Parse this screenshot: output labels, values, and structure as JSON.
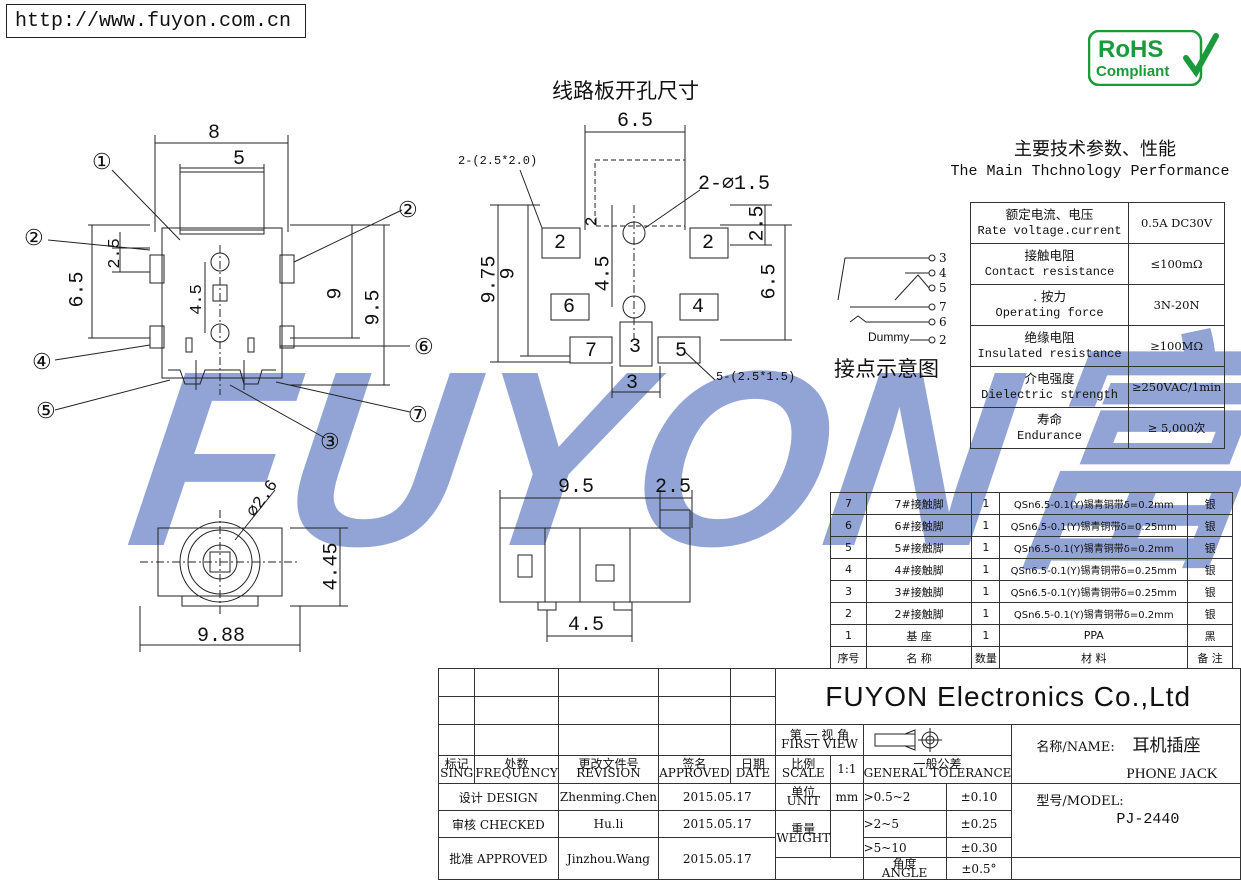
{
  "website": "http://www.fuyon.com.cn",
  "rohs": {
    "line1": "RoHS",
    "line2": "Compliant",
    "color": "#1a9a3a"
  },
  "watermark": {
    "text": "FUYON富荣",
    "color": "#6e86c7"
  },
  "pcb_title": "线路板开孔尺寸",
  "contact_title": "接点示意图",
  "contact_labels": [
    "3",
    "4",
    "5",
    "7",
    "6",
    "2"
  ],
  "dummy_label": "Dummy",
  "dims": {
    "d8": "8",
    "d5": "5",
    "d2_5a": "2.5",
    "d6_5a": "6.5",
    "d4_5a": "4.5",
    "d9a": "9",
    "d9_5a": "9.5",
    "d6_5b": "6.5",
    "d2_2x": "2-(2.5*2.0)",
    "d2_dia": "2-∅1.5",
    "d2b": "2",
    "d2_5b": "2.5",
    "d4_5b": "4.5",
    "d9_75": "9.75",
    "d9b": "9",
    "d6_5c": "6.5",
    "d3": "3",
    "d5_2x": "5-(2.5*1.5)",
    "d2_6": "∅2.6",
    "d4_45": "4.45",
    "d9_88": "9.88",
    "d9_5b": "9.5",
    "d2_5c": "2.5",
    "d4_5c": "4.5"
  },
  "callouts": [
    "①",
    "②",
    "②",
    "④",
    "⑤",
    "⑥",
    "⑦",
    "③"
  ],
  "pad_labels": [
    "2",
    "2",
    "6",
    "4",
    "7",
    "3",
    "5"
  ],
  "spec": {
    "title_cn": "主要技术参数、性能",
    "title_en": "The Main Thchnology Performance",
    "rows": [
      {
        "cn": "额定电流、电压",
        "en": "Rate voltage.current",
        "value": "0.5A DC30V"
      },
      {
        "cn": "接触电阻",
        "en": "Contact resistance",
        "value": "≤100mΩ"
      },
      {
        "cn": ". 按力",
        "en": "Operating force",
        "value": "3N-20N"
      },
      {
        "cn": "绝缘电阻",
        "en": "Insulated resistance",
        "value": "≥100MΩ"
      },
      {
        "cn": "介电强度",
        "en": "Dielectric strength",
        "value": "≥250VAC/1min"
      },
      {
        "cn": "寿命",
        "en": "Endurance",
        "value": "≥ 5,000次"
      }
    ]
  },
  "bom": {
    "rows": [
      {
        "no": "7",
        "name": "7#接触脚",
        "qty": "1",
        "material": "QSn6.5-0.1(Y)锡青铜带δ=0.2mm",
        "note": "银"
      },
      {
        "no": "6",
        "name": "6#接触脚",
        "qty": "1",
        "material": "QSn6.5-0.1(Y)锡青铜带δ=0.25mm",
        "note": "银"
      },
      {
        "no": "5",
        "name": "5#接触脚",
        "qty": "1",
        "material": "QSn6.5-0.1(Y)锡青铜带δ=0.2mm",
        "note": "银"
      },
      {
        "no": "4",
        "name": "4#接触脚",
        "qty": "1",
        "material": "QSn6.5-0.1(Y)锡青铜带δ=0.25mm",
        "note": "银"
      },
      {
        "no": "3",
        "name": "3#接触脚",
        "qty": "1",
        "material": "QSn6.5-0.1(Y)锡青铜带δ=0.25mm",
        "note": "银"
      },
      {
        "no": "2",
        "name": "2#接触脚",
        "qty": "1",
        "material": "QSn6.5-0.1(Y)锡青铜带δ=0.2mm",
        "note": "银"
      },
      {
        "no": "1",
        "name": "基 座",
        "qty": "1",
        "material": "PPA",
        "note": "黑"
      }
    ],
    "header": {
      "no": "序号",
      "name": "名 称",
      "qty": "数量",
      "material": "材 料",
      "note": "备 注"
    }
  },
  "title_block": {
    "company": "FUYON Electronics Co.,Ltd",
    "view_cn": "第 一 视 角",
    "view_en": "FIRST VIEW",
    "h_mark_cn": "标记",
    "h_mark_en": "SING",
    "h_freq_cn": "处数",
    "h_freq_en": "FREQUENCY",
    "h_rev_cn": "更改文件号",
    "h_rev_en": "REVISION",
    "h_appr_cn": "签名",
    "h_appr_en": "APPROVED",
    "h_date_cn": "日期",
    "h_date_en": "DATE",
    "h_scale_cn": "比例",
    "h_scale_en": "SCALE",
    "scale": "1:1",
    "tol_cn": "一般公差",
    "tol_en": "GENERAL TOLERANCE",
    "unit_cn": "单位",
    "unit_en": "UNIT",
    "unit": "mm",
    "weight_cn": "重量",
    "weight_en": "WEIGHT",
    "angle_cn": "角度",
    "angle_en": "ANGLE",
    "tolerances": [
      {
        "range": "0.5~2",
        "tol": "±0.10"
      },
      {
        "range": "2~5",
        "tol": "±0.25"
      },
      {
        "range": "5~10",
        "tol": "±0.30"
      }
    ],
    "angle_tol": "±0.5°",
    "design_label": "设计 DESIGN",
    "design_name": "Zhenming.Chen",
    "design_date": "2015.05.17",
    "check_label": "审核 CHECKED",
    "check_name": "Hu.li",
    "check_date": "2015.05.17",
    "approve_label": "批准 APPROVED",
    "approve_name": "Jinzhou.Wang",
    "approve_date": "2015.05.17",
    "name_label": "名称/NAME:",
    "name_cn": "耳机插座",
    "name_en": "PHONE JACK",
    "model_label": "型号/MODEL:",
    "model": "PJ-2440"
  }
}
